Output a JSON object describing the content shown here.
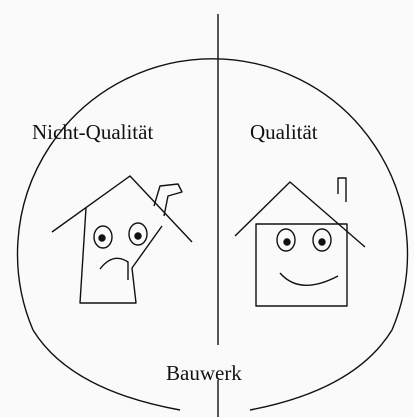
{
  "labels": {
    "left": "Nicht-Qualität",
    "right": "Qualität",
    "bottom": "Bauwerk"
  },
  "colors": {
    "background": "#fafafa",
    "line": "#111111"
  },
  "icons": {
    "left_house": "sad-crooked-house-icon",
    "right_house": "happy-house-icon"
  }
}
